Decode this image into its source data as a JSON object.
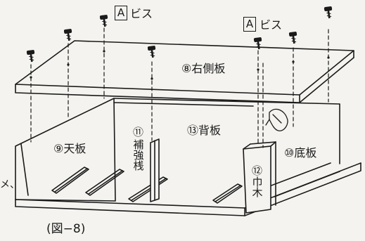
{
  "labels": {
    "screw_left_box": "A",
    "screw_left_text": "ビス",
    "screw_right_box": "A",
    "screw_right_text": "ビス",
    "part8": "⑧右側板",
    "part9": "⑨天板",
    "part10": "⑩底板",
    "part11_num": "⑪",
    "part11_text": "補強桟",
    "part12_num": "⑫",
    "part12_text": "巾木",
    "part13": "⑬背板",
    "left_edge_mark": "メ、",
    "figure_caption": "(図−8)"
  },
  "colors": {
    "ink": "#1a1a1a",
    "paper": "#f4f3ef"
  }
}
